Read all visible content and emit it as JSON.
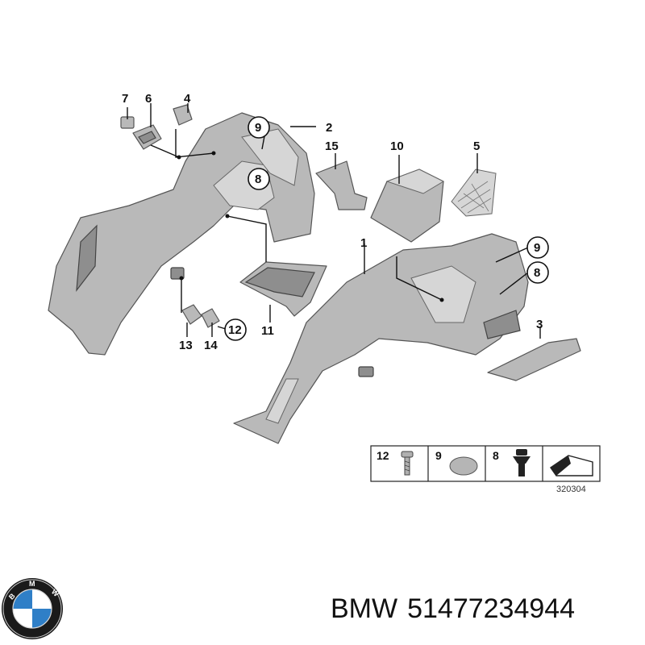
{
  "diagram": {
    "callouts": [
      "7",
      "6",
      "4",
      "9",
      "2",
      "15",
      "10",
      "5",
      "8",
      "1",
      "9",
      "8",
      "3",
      "11",
      "13",
      "14",
      "12"
    ],
    "legend": {
      "cells": [
        "12",
        "9",
        "8"
      ],
      "doc_id": "320304"
    }
  },
  "caption": {
    "brand": "BMW",
    "part_number": "51477234944"
  },
  "logo": {
    "letters": "BMW",
    "colors": {
      "blue": "#2f7fc7",
      "white": "#ffffff",
      "ring": "#1a1a1a"
    }
  }
}
